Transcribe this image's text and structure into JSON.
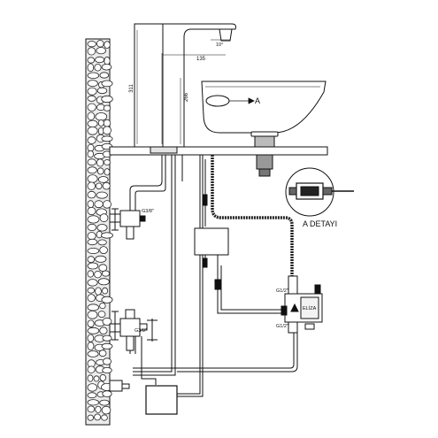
{
  "dimensions": {
    "spout_height": "311",
    "body_height": "266",
    "spout_reach": "135",
    "outlet_angle": "10°"
  },
  "labels": {
    "detail_marker": "A",
    "detail_title": "A DETAYI",
    "connection_g38_top": "G3/8\"",
    "connection_g38_bottom": "G3/8\"",
    "valve_g12_in": "G1/2\"",
    "valve_g12_out": "G1/2\"",
    "valve_brand": "ELİZA"
  },
  "colors": {
    "line": "#111111",
    "wall_fill": "#d8d8d8",
    "hose_dark": "#222222"
  }
}
